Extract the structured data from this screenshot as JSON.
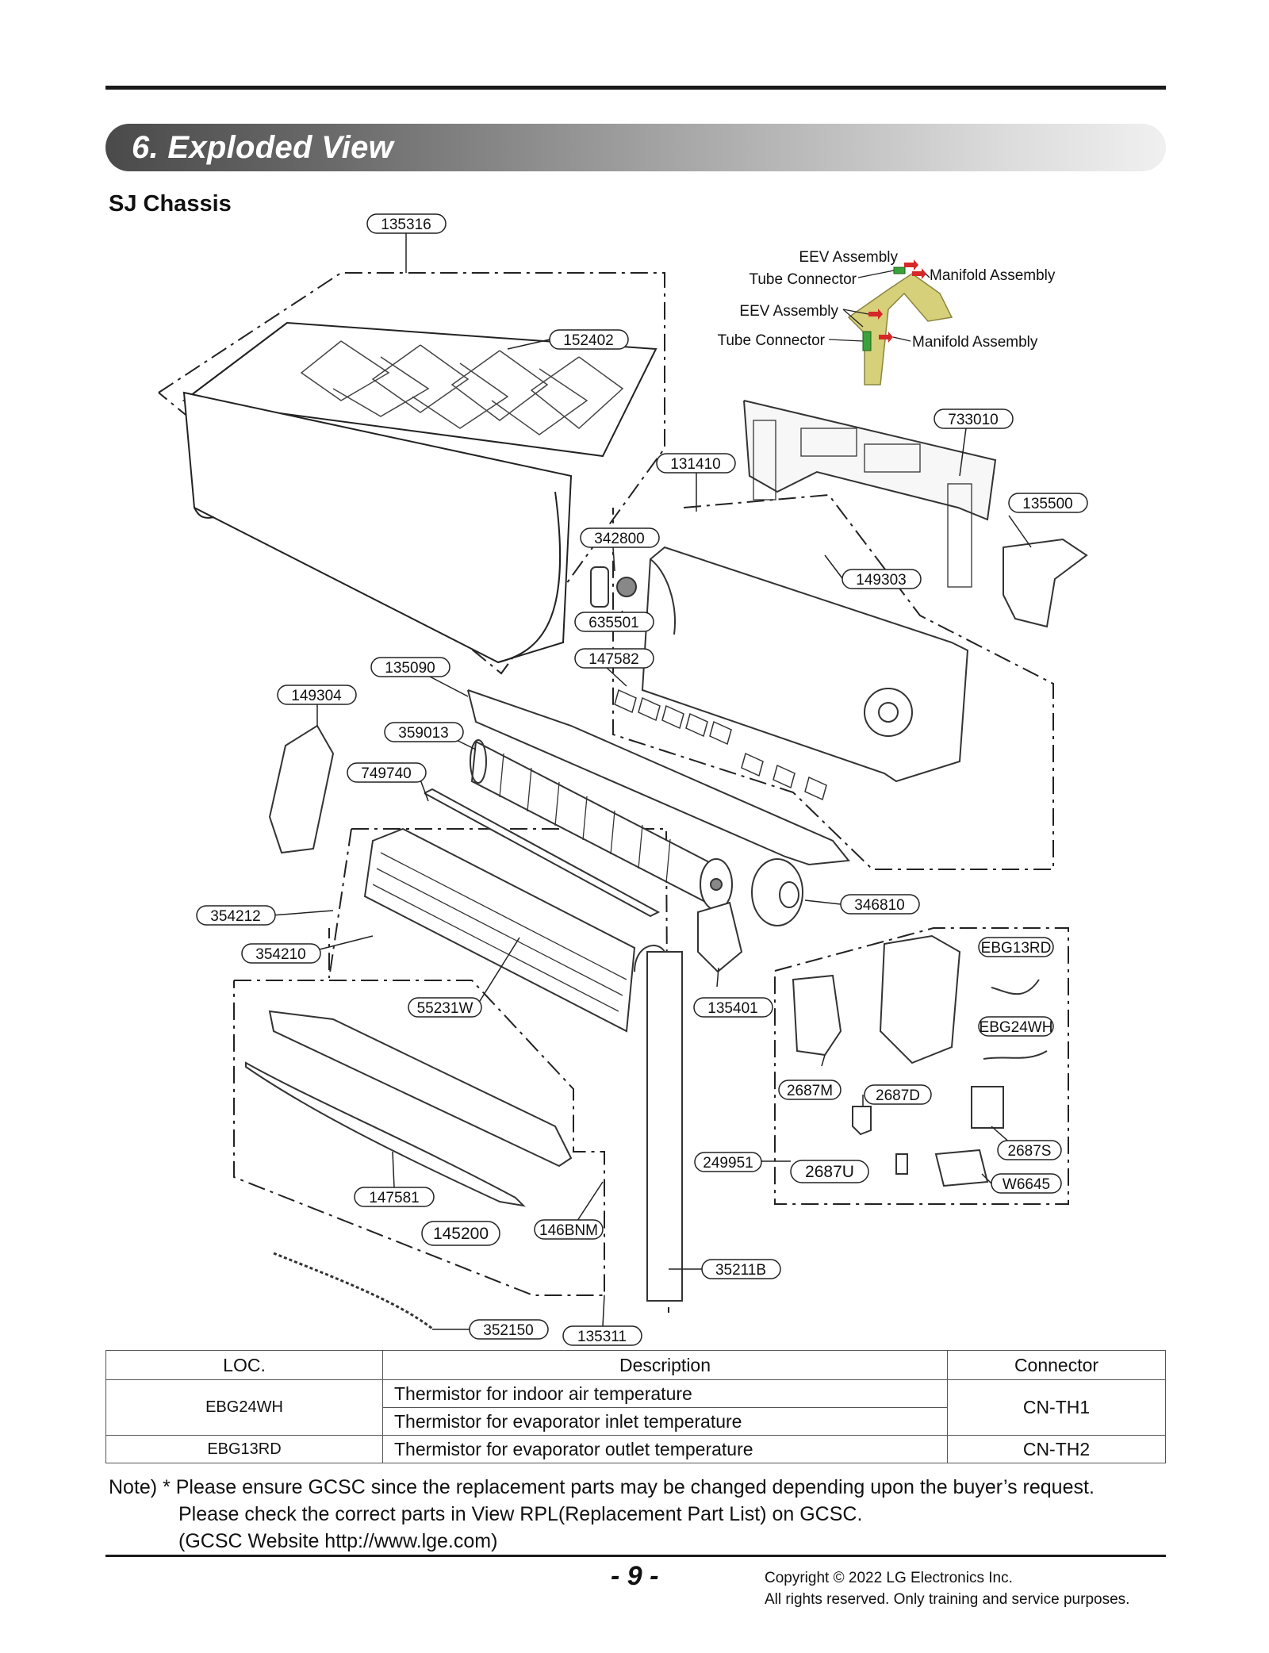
{
  "section": {
    "title": "6. Exploded View"
  },
  "chassis_title": "SJ Chassis",
  "callouts": {
    "c135316": "135316",
    "c152402": "152402",
    "c733010": "733010",
    "c131410": "131410",
    "c135500": "135500",
    "c342800": "342800",
    "c149303": "149303",
    "c635501": "635501",
    "c147582": "147582",
    "c135090": "135090",
    "c149304": "149304",
    "c359013": "359013",
    "c749740": "749740",
    "c346810": "346810",
    "c354212": "354212",
    "c354210": "354210",
    "cEBG13RD": "EBG13RD",
    "c55231W": "55231W",
    "c135401": "135401",
    "cEBG24WH": "EBG24WH",
    "c2687M": "2687M",
    "c2687D": "2687D",
    "c2687S": "2687S",
    "c249951": "249951",
    "c2687U": "2687U",
    "cW6645": "W6645",
    "c147581": "147581",
    "c145200": "145200",
    "c146BNM": "146BNM",
    "c35211B": "35211B",
    "c352150": "352150",
    "c135311": "135311"
  },
  "eev_notes": {
    "eev_assembly": "EEV Assembly",
    "tube_connector": "Tube Connector",
    "manifold_assembly": "Manifold Assembly"
  },
  "table": {
    "headers": {
      "loc": "LOC.",
      "description": "Description",
      "connector": "Connector"
    },
    "rows": [
      {
        "loc": "EBG24WH",
        "description": "Thermistor for indoor air temperature",
        "connector": "CN-TH1"
      },
      {
        "description": "Thermistor for evaporator inlet temperature"
      },
      {
        "loc": "EBG13RD",
        "description": "Thermistor for evaporator outlet temperature",
        "connector": "CN-TH2"
      }
    ]
  },
  "note": {
    "line1": "Note) * Please ensure GCSC since the replacement parts may be changed depending upon the buyer’s request.",
    "line2": "Please check the correct parts in View RPL(Replacement Part List) on GCSC.",
    "line3": "(GCSC Website http://www.lge.com)"
  },
  "footer": {
    "page_number": "- 9 -",
    "copyright_line1": "Copyright © 2022 LG Electronics Inc.",
    "copyright_line2": "All rights reserved. Only training and service purposes."
  }
}
